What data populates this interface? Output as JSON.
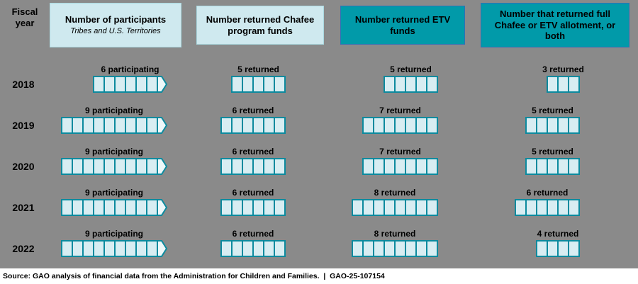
{
  "page": {
    "fiscal_year_label": "Fiscal year",
    "source_line": "Source: GAO analysis of financial data from the Administration for Children and Families.  |  GAO-25-107154"
  },
  "columns": [
    {
      "key": "participants",
      "title": "Number of participants",
      "subtitle": "Tribes and U.S. Territories",
      "style": "light"
    },
    {
      "key": "chafee",
      "title": "Number returned Chafee program funds",
      "style": "light"
    },
    {
      "key": "etv",
      "title": "Number returned ETV funds",
      "style": "teal"
    },
    {
      "key": "full",
      "title": "Number that returned full Chafee or ETV allotment, or both",
      "style": "teal"
    }
  ],
  "rows": [
    {
      "year": "2018",
      "participants": 6,
      "participants_label": "6 participating",
      "chafee": 5,
      "chafee_label": "5 returned",
      "etv": 5,
      "etv_label": "5 returned",
      "full": 3,
      "full_label": "3 returned"
    },
    {
      "year": "2019",
      "participants": 9,
      "participants_label": "9 participating",
      "chafee": 6,
      "chafee_label": "6 returned",
      "etv": 7,
      "etv_label": "7 returned",
      "full": 5,
      "full_label": "5 returned"
    },
    {
      "year": "2020",
      "participants": 9,
      "participants_label": "9 participating",
      "chafee": 6,
      "chafee_label": "6 returned",
      "etv": 7,
      "etv_label": "7 returned",
      "full": 5,
      "full_label": "5 returned"
    },
    {
      "year": "2021",
      "participants": 9,
      "participants_label": "9 participating",
      "chafee": 6,
      "chafee_label": "6 returned",
      "etv": 8,
      "etv_label": "8 returned",
      "full": 6,
      "full_label": "6 returned"
    },
    {
      "year": "2022",
      "participants": 9,
      "participants_label": "9 participating",
      "chafee": 6,
      "chafee_label": "6 returned",
      "etv": 8,
      "etv_label": "8 returned",
      "full": 4,
      "full_label": "4 returned"
    }
  ],
  "colors": {
    "background": "#8a8a8a",
    "header_light_fill": "#cfe9ef",
    "header_teal_fill": "#019aa9",
    "box_fill": "#d8edf2",
    "box_border": "#0c8a9e",
    "arrow_fill": "#eef8fa",
    "footer_bg": "#ffffff",
    "text": "#000000"
  },
  "chart_data": {
    "type": "bar",
    "subtype": "unit-pictograph",
    "categories": [
      "2018",
      "2019",
      "2020",
      "2021",
      "2022"
    ],
    "series": [
      {
        "name": "Number of participants (Tribes and U.S. Territories)",
        "values": [
          6,
          9,
          9,
          9,
          9
        ]
      },
      {
        "name": "Number returned Chafee program funds",
        "values": [
          5,
          6,
          6,
          6,
          6
        ]
      },
      {
        "name": "Number returned ETV funds",
        "values": [
          5,
          7,
          7,
          8,
          8
        ]
      },
      {
        "name": "Number that returned full Chafee or ETV allotment, or both",
        "values": [
          3,
          5,
          5,
          6,
          4
        ]
      }
    ],
    "xlabel": "Fiscal year",
    "ylabel": "",
    "legend_position": "column headers across top",
    "grid": false,
    "note": "Each small box represents one tribe/territory; participant bars end in an arrow tip.",
    "source": "Source: GAO analysis of financial data from the Administration for Children and Families.",
    "figure_id": "GAO-25-107154"
  }
}
